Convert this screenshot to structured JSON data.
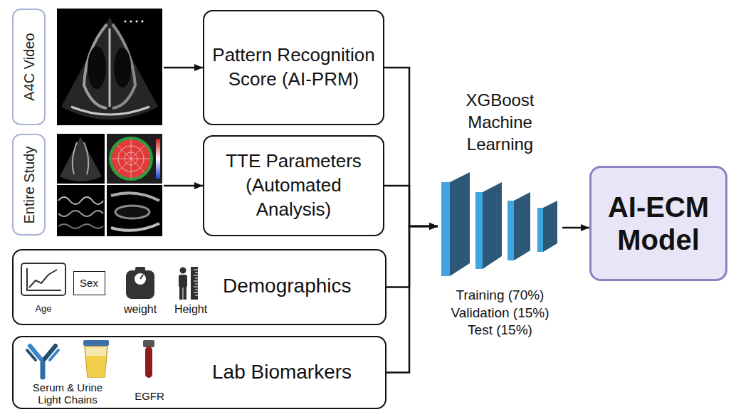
{
  "diagram": {
    "nodes": [
      {
        "text": [
          "A4C Video"
        ]
      },
      {
        "text": [
          "Pattern Recognition Score (AI-PRM)"
        ]
      },
      {
        "text": [
          "Entire Study"
        ]
      },
      {
        "text": [
          "TTE Parameters (Automated Analysis)"
        ]
      },
      {
        "text": [
          "Age",
          "weight",
          "Height",
          "Demographics"
        ]
      },
      {
        "text": [
          "Sex"
        ],
        "in": 4
      },
      {
        "text": [
          "Serum & Urine Light Chains",
          "EGFR",
          "Lab Biomarkers"
        ]
      },
      {
        "text": [
          "XGBoost Machine Learning",
          "Training (70%) Validation (15%) Test (15%)"
        ]
      },
      {
        "text": [
          "AI-ECM Model"
        ]
      }
    ],
    "edges": [
      {
        "from": 0,
        "to": 1,
        "arrow": "to"
      },
      {
        "from": 2,
        "to": 3,
        "arrow": "to"
      },
      {
        "from": 1,
        "to": 7,
        "arrow": "to"
      },
      {
        "from": 3,
        "to": 7,
        "arrow": "to"
      },
      {
        "from": 4,
        "to": 7,
        "arrow": "to"
      },
      {
        "from": 6,
        "to": 7,
        "arrow": "to"
      },
      {
        "from": 7,
        "to": 8,
        "arrow": "to"
      }
    ]
  }
}
